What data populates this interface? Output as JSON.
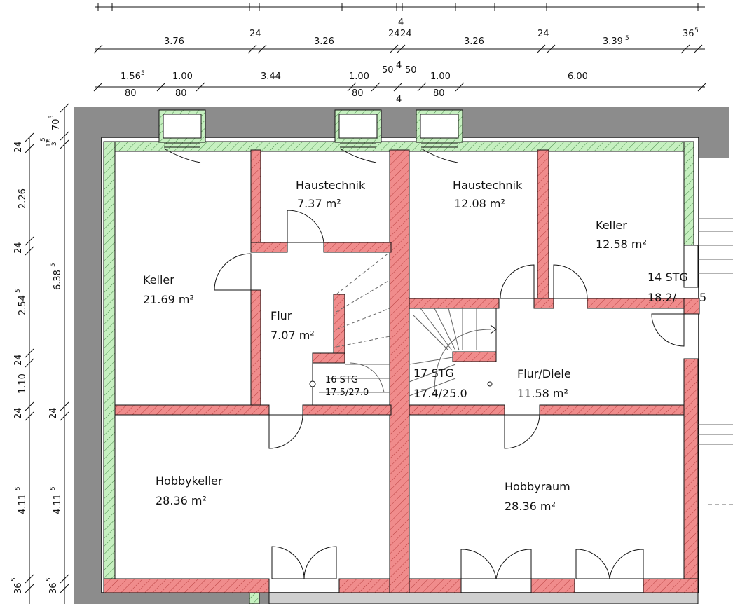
{
  "plan": {
    "top_row_cut": [
      "4"
    ],
    "dim_row_1": [
      "3.76",
      "24",
      "3.26",
      "24",
      "24",
      "3.26",
      "24",
      "3.39",
      "5",
      "36",
      "5"
    ],
    "dim_row_2": {
      "a": "1.56",
      "a_sup": "5",
      "a_low": "80",
      "b": "1.00",
      "b_low": "80",
      "c": "3.44",
      "d": "1.00",
      "d_low": "80",
      "e": "50",
      "e2": "4",
      "e3": "50",
      "e_low": "4",
      "f": "1.00",
      "f_low": "80",
      "g": "6.00"
    },
    "left_dims": {
      "d1": "24",
      "d2": "2.26",
      "d3": "24",
      "d4": "2.54",
      "d4_sup": "5",
      "d5": "24",
      "d6": "1.10",
      "d7": "24",
      "d8": "4.11",
      "d8_sup": "5",
      "d9": "36",
      "d9_sup": "5",
      "e1": "70",
      "e1_sup": "5",
      "e2": "3",
      "e2_sup": "5",
      "e3": "12",
      "e3_sup": "5",
      "e4": "6.38",
      "e4_sup": "5",
      "e5": "24",
      "e6": "4.11",
      "e6_sup": "5",
      "e7": "36",
      "e7_sup": "5"
    },
    "rooms": [
      {
        "name": "Haustechnik",
        "area": "7.37 m²"
      },
      {
        "name": "Haustechnik",
        "area": "12.08 m²"
      },
      {
        "name": "Keller",
        "area": "12.58 m²"
      },
      {
        "name": "Keller",
        "area": "21.69 m²"
      },
      {
        "name": "Flur",
        "area": "7.07 m²"
      },
      {
        "name": "Flur/Diele",
        "area": "11.58 m²"
      },
      {
        "name": "Hobbykeller",
        "area": "28.36 m²"
      },
      {
        "name": "Hobbyraum",
        "area": "28.36 m²"
      }
    ],
    "stairs": [
      {
        "steps": "16 STG",
        "ratio": "17.5/27.0"
      },
      {
        "steps": "17 STG",
        "ratio": "17.4/25.0"
      },
      {
        "steps": "14 STG",
        "ratio": "18.2/",
        "ratio_end": "5"
      }
    ],
    "colors": {
      "wall_red": "#f08c8c",
      "wall_green": "#c6f0c0",
      "ground_gray": "#8c8c8c",
      "outline": "#111111"
    }
  }
}
